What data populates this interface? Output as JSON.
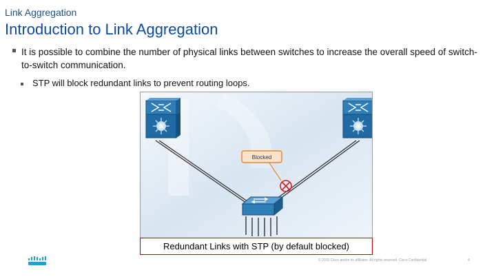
{
  "header": {
    "section_title": "Link Aggregation",
    "page_title": "Introduction to Link Aggregation"
  },
  "content": {
    "bullet": "It is possible to combine the number of physical links between switches to increase the overall speed of switch-to-switch communication.",
    "sub_bullet": "STP will block redundant links to prevent routing loops."
  },
  "figure": {
    "blocked_label": "Blocked",
    "caption": "Redundant Links with STP (by default blocked)",
    "colors": {
      "switch_blue": "#2e7eb8",
      "switch_dark": "#1c5d8f",
      "blocked_callout": "#e6882e",
      "blocked_icon": "#d32020",
      "background": "#dbe8f3"
    }
  },
  "footer": {
    "copyright": "© 2016 Cisco and/or its affiliates. All rights reserved. Cisco Confidential",
    "page_number": "4",
    "logo_icon": "cisco-logo-icon"
  }
}
